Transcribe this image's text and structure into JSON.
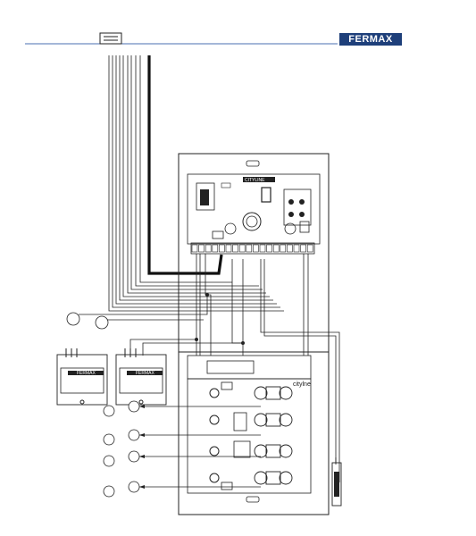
{
  "header": {
    "brand": "FERMAX",
    "rule_color": "#4a6fb0",
    "brand_color": "#1e3f7a"
  },
  "panel": {
    "module_label": "CITYLINE",
    "badge_label": "citylne"
  },
  "power_supplies": [
    {
      "label": "FERMAX"
    },
    {
      "label": "FERMAX"
    }
  ],
  "callouts": {
    "left_top": [
      "",
      ""
    ],
    "lower": [
      "",
      "",
      "",
      ""
    ]
  },
  "icons": [
    "door-lock-icon",
    "pushbutton-icon",
    "speaker-icon",
    "microphone-icon"
  ]
}
